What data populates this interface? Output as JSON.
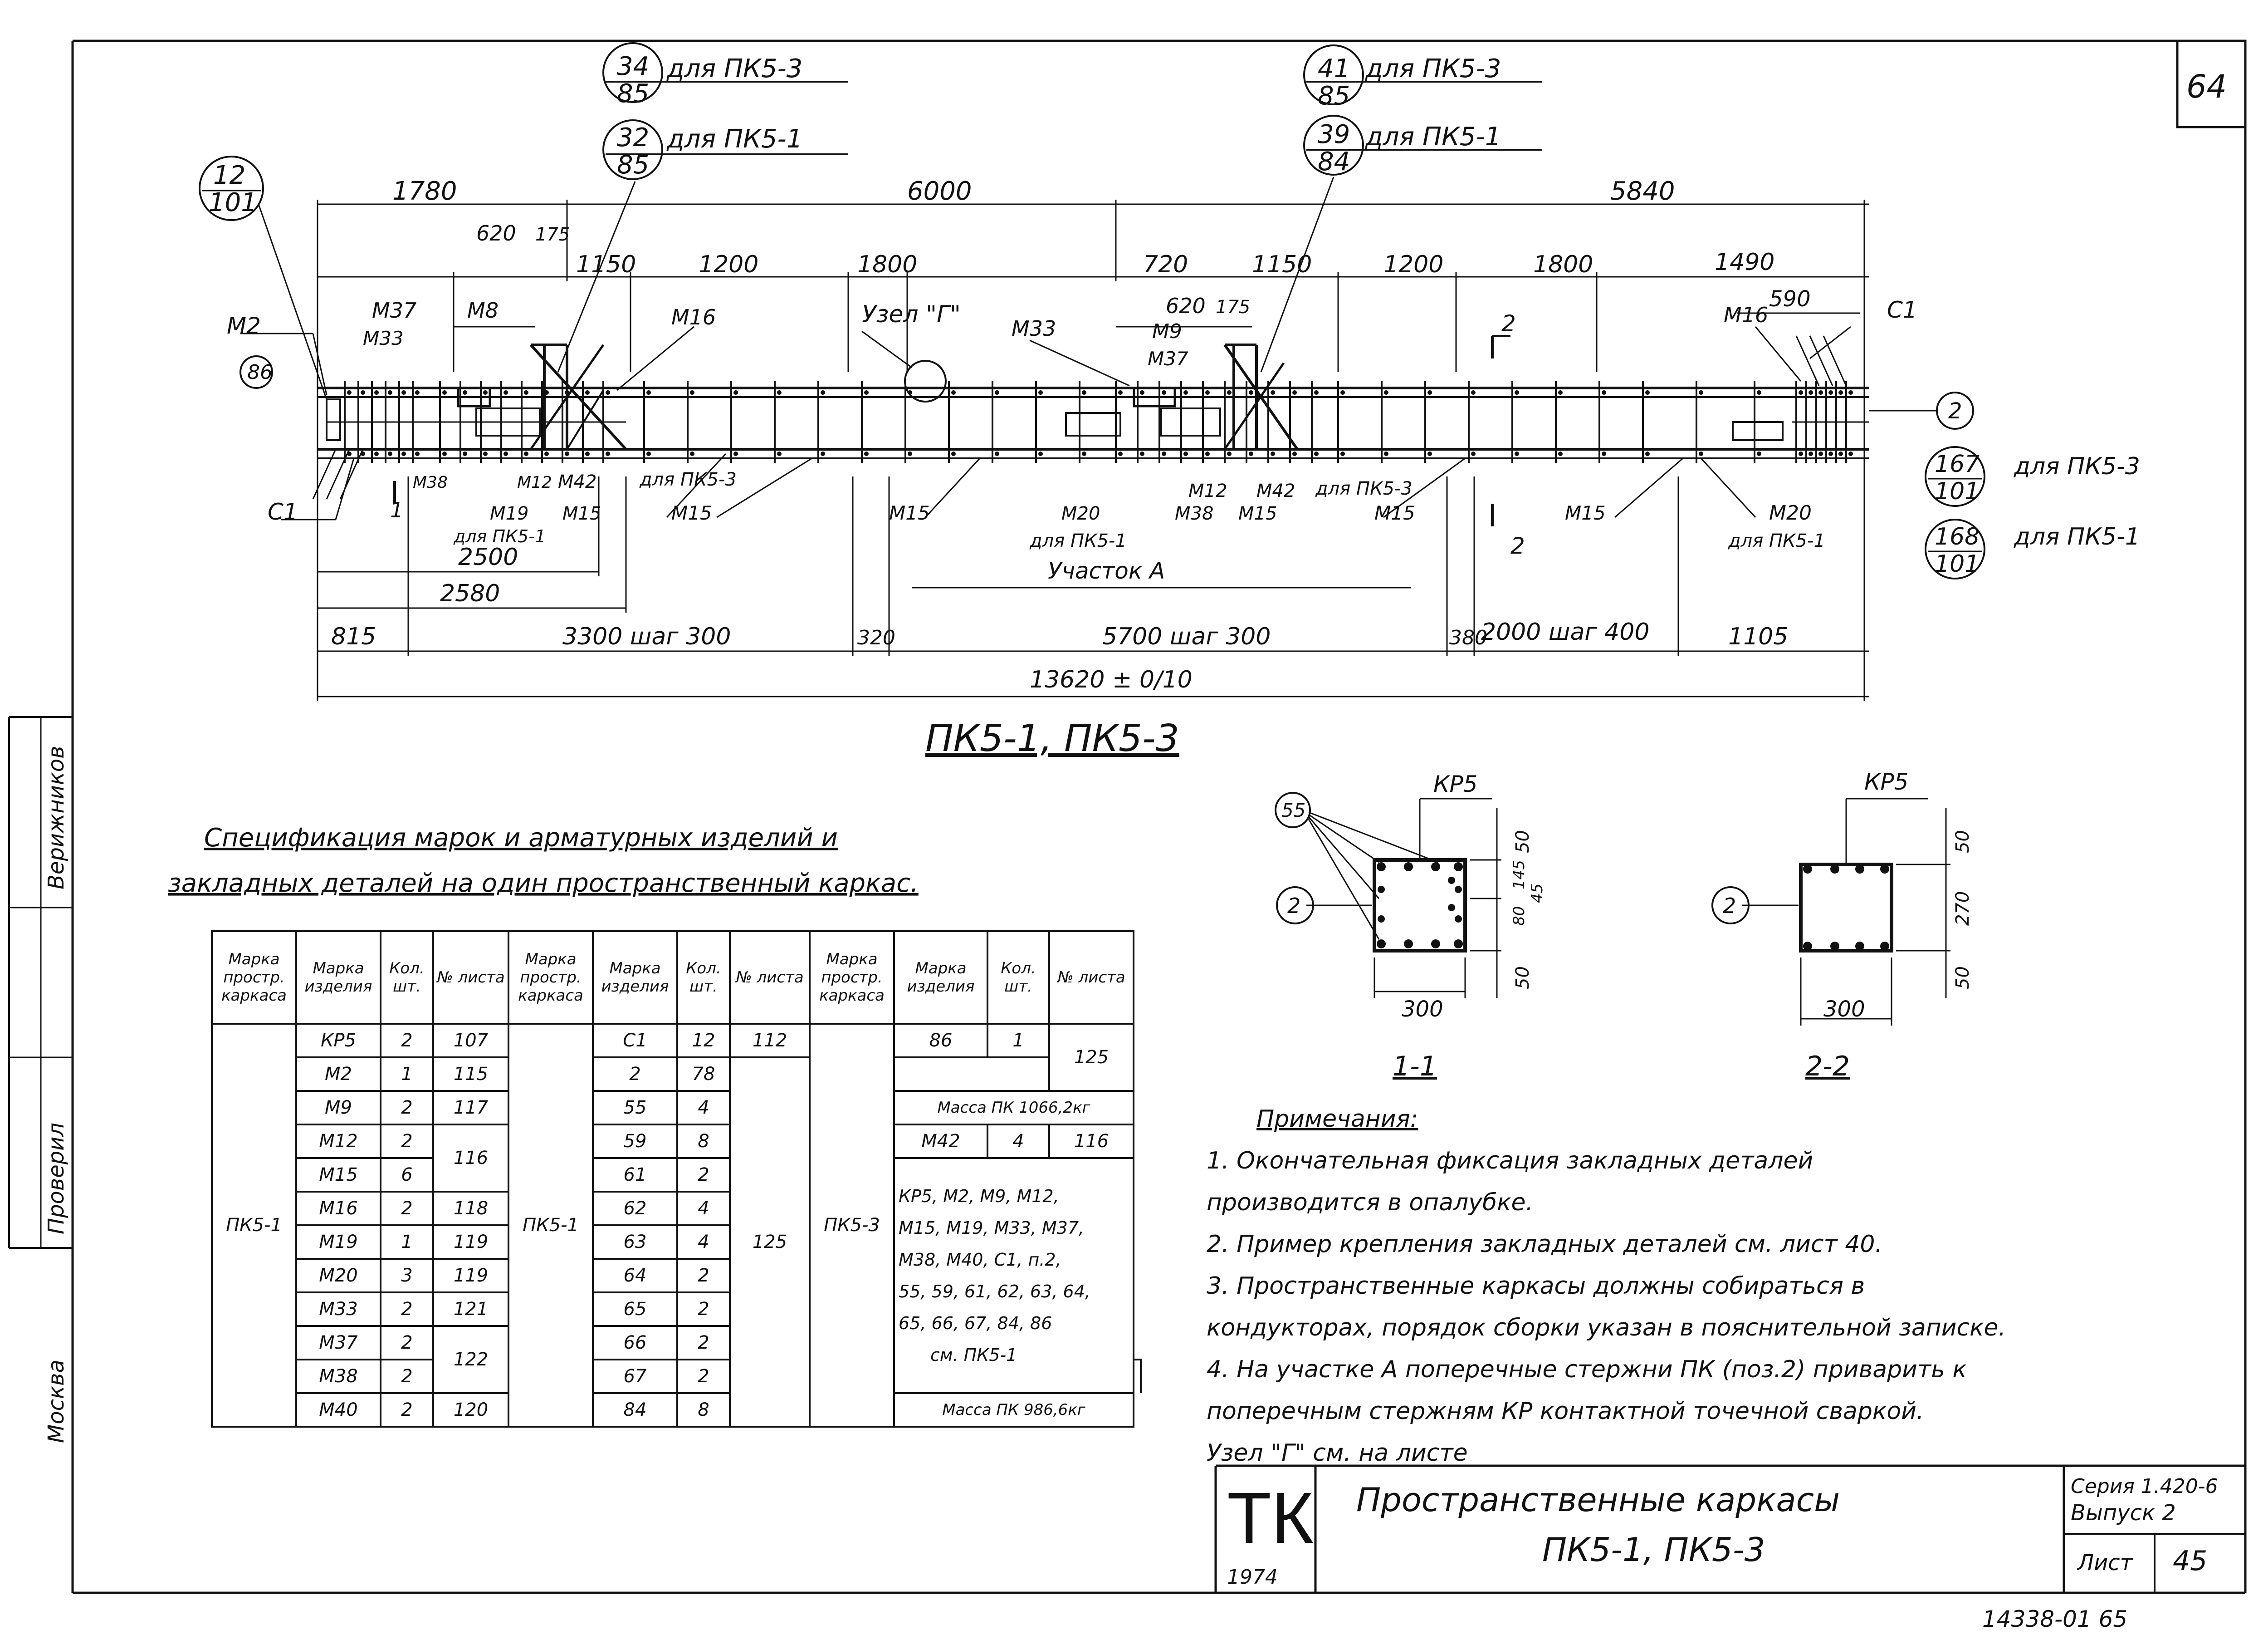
{
  "sheet": {
    "sheet_no_corner": "64",
    "stamp_bottom": "14338-01   65",
    "side_labels": {
      "checked": "Проверил",
      "name": "Верижников",
      "city": "Москва"
    }
  },
  "callouts_top": [
    {
      "num": "34",
      "den": "85",
      "note": "для ПК5-3"
    },
    {
      "num": "32",
      "den": "85",
      "note": "для ПК5-1"
    },
    {
      "num": "41",
      "den": "85",
      "note": "для ПК5-3"
    },
    {
      "num": "39",
      "den": "84",
      "note": "для ПК5-1"
    }
  ],
  "callouts_side": [
    {
      "num": "12",
      "den": "101"
    },
    {
      "num": "167",
      "den": "101",
      "note": "для ПК5-3"
    },
    {
      "num": "168",
      "den": "101",
      "note": "для ПК5-1"
    }
  ],
  "dims": {
    "top": [
      "1780",
      "6000",
      "5840"
    ],
    "second": [
      "620",
      "175",
      "1150",
      "1200",
      "1800",
      "720",
      "1150",
      "1200",
      "1800",
      "1490"
    ],
    "third": [
      "620",
      "175",
      "590"
    ],
    "lower1": "2500",
    "lower2": "2580",
    "bottom": [
      "815",
      "3300 шаг 300",
      "320",
      "5700 шаг 300",
      "380",
      "2000 шаг 400",
      "1105"
    ],
    "total": "13620 ± 0/10"
  },
  "elevation_labels": {
    "m2": "М2",
    "c1_left": "С1",
    "c1_right": "С1",
    "circle86": "86",
    "circle2": "2",
    "m37": "М37",
    "m33": "М33",
    "m8": "М8",
    "m16a": "М16",
    "uzel": "Узел \"Г\"",
    "m33b": "М33",
    "m9": "М9",
    "m37b": "М37",
    "m16b": "М16",
    "sec2_top": "2",
    "m38": "М38",
    "m12": "М12",
    "m42": "М42",
    "dlya53a": "для ПК5-3",
    "m19": "М19",
    "m15a": "М15",
    "dlya51a": "для ПК5-1",
    "m15b": "М15",
    "m15c": "М15",
    "m20a": "М20",
    "dlya51b": "для ПК5-1",
    "m38b": "М38",
    "m12b": "М12",
    "m42b": "М42",
    "dlya53b": "для ПК5-3",
    "m15d": "М15",
    "m15e": "М15",
    "m15f": "М15",
    "m20b": "М20",
    "dlya51c": "для ПК5-1",
    "sec1": "1",
    "sec2_bot": "2",
    "uchastok": "Участок А"
  },
  "drawing_title": "ПК5-1, ПК5-3",
  "spec_title_line1": "Спецификация марок и арматурных изделий и",
  "spec_title_line2": "закладных деталей на один пространственный каркас.",
  "table_headers": {
    "mark_frame": "Марка простр. каркаса",
    "mark_item": "Марка изделия",
    "qty": "Кол. шт.",
    "sheet": "№ листа"
  },
  "group1": {
    "frame": "ПК5-1",
    "rows": [
      {
        "item": "КР5",
        "qty": "2",
        "sheet": "107"
      },
      {
        "item": "М2",
        "qty": "1",
        "sheet": "115"
      },
      {
        "item": "М9",
        "qty": "2",
        "sheet": "117"
      },
      {
        "item": "М12",
        "qty": "2",
        "sheet": "116"
      },
      {
        "item": "М15",
        "qty": "6",
        "sheet": ""
      },
      {
        "item": "М16",
        "qty": "2",
        "sheet": "118"
      },
      {
        "item": "М19",
        "qty": "1",
        "sheet": "119"
      },
      {
        "item": "М20",
        "qty": "3",
        "sheet": "119"
      },
      {
        "item": "М33",
        "qty": "2",
        "sheet": "121"
      },
      {
        "item": "М37",
        "qty": "2",
        "sheet": "122"
      },
      {
        "item": "М38",
        "qty": "2",
        "sheet": ""
      },
      {
        "item": "М40",
        "qty": "2",
        "sheet": "120"
      }
    ]
  },
  "group2": {
    "frame": "ПК5-1",
    "rows": [
      {
        "item": "С1",
        "qty": "12",
        "sheet": "112"
      },
      {
        "item": "2",
        "qty": "78",
        "sheet": "125"
      },
      {
        "item": "55",
        "qty": "4",
        "sheet": ""
      },
      {
        "item": "59",
        "qty": "8",
        "sheet": ""
      },
      {
        "item": "61",
        "qty": "2",
        "sheet": ""
      },
      {
        "item": "62",
        "qty": "4",
        "sheet": ""
      },
      {
        "item": "63",
        "qty": "4",
        "sheet": ""
      },
      {
        "item": "64",
        "qty": "2",
        "sheet": ""
      },
      {
        "item": "65",
        "qty": "2",
        "sheet": ""
      },
      {
        "item": "66",
        "qty": "2",
        "sheet": ""
      },
      {
        "item": "67",
        "qty": "2",
        "sheet": ""
      },
      {
        "item": "84",
        "qty": "8",
        "sheet": ""
      }
    ]
  },
  "group3": {
    "frame": "ПК5-3",
    "row86": {
      "item": "86",
      "qty": "1",
      "sheet": "125"
    },
    "mass1": "Масса ПК 1066,2кг",
    "row42": {
      "item": "М42",
      "qty": "4",
      "sheet": "116"
    },
    "items_text": [
      "КР5, М2, М9, М12,",
      "М15, М19, М33, М37,",
      "М38, М40, С1, п.2,",
      "55, 59, 61, 62, 63, 64,",
      "65, 66, 67, 84, 86",
      "см. ПК5-1"
    ],
    "mass2": "Масса ПК 986,6кг"
  },
  "sections": {
    "s1": {
      "title": "1-1",
      "kr": "КР5",
      "circle55": "55",
      "circle2": "2",
      "d50a": "50",
      "d145": "145",
      "d80": "80",
      "d45": "45",
      "d50b": "50",
      "w300": "300"
    },
    "s2": {
      "title": "2-2",
      "kr": "КР5",
      "circle2": "2",
      "d50a": "50",
      "d270": "270",
      "d50b": "50",
      "w300": "300"
    }
  },
  "notes_title": "Примечания:",
  "notes": [
    "1. Окончательная фиксация закладных деталей",
    "    производится в опалубке.",
    "2. Пример крепления закладных деталей см. лист 40.",
    "3. Пространственные каркасы должны собираться в",
    "    кондукторах, порядок сборки указан в пояснительной записке.",
    "4. На участке А поперечные стержни ПК (поз.2) приварить к",
    "    поперечным стержням КР контактной точечной сваркой.",
    "    Узел \"Г\" см. на листе"
  ],
  "title_block": {
    "logo": "ТК",
    "year": "1974",
    "title1": "Пространственные каркасы",
    "title2": "ПК5-1, ПК5-3",
    "series": "Серия 1.420-6",
    "issue": "Выпуск 2",
    "sheet_label": "Лист",
    "sheet_no": "45"
  }
}
